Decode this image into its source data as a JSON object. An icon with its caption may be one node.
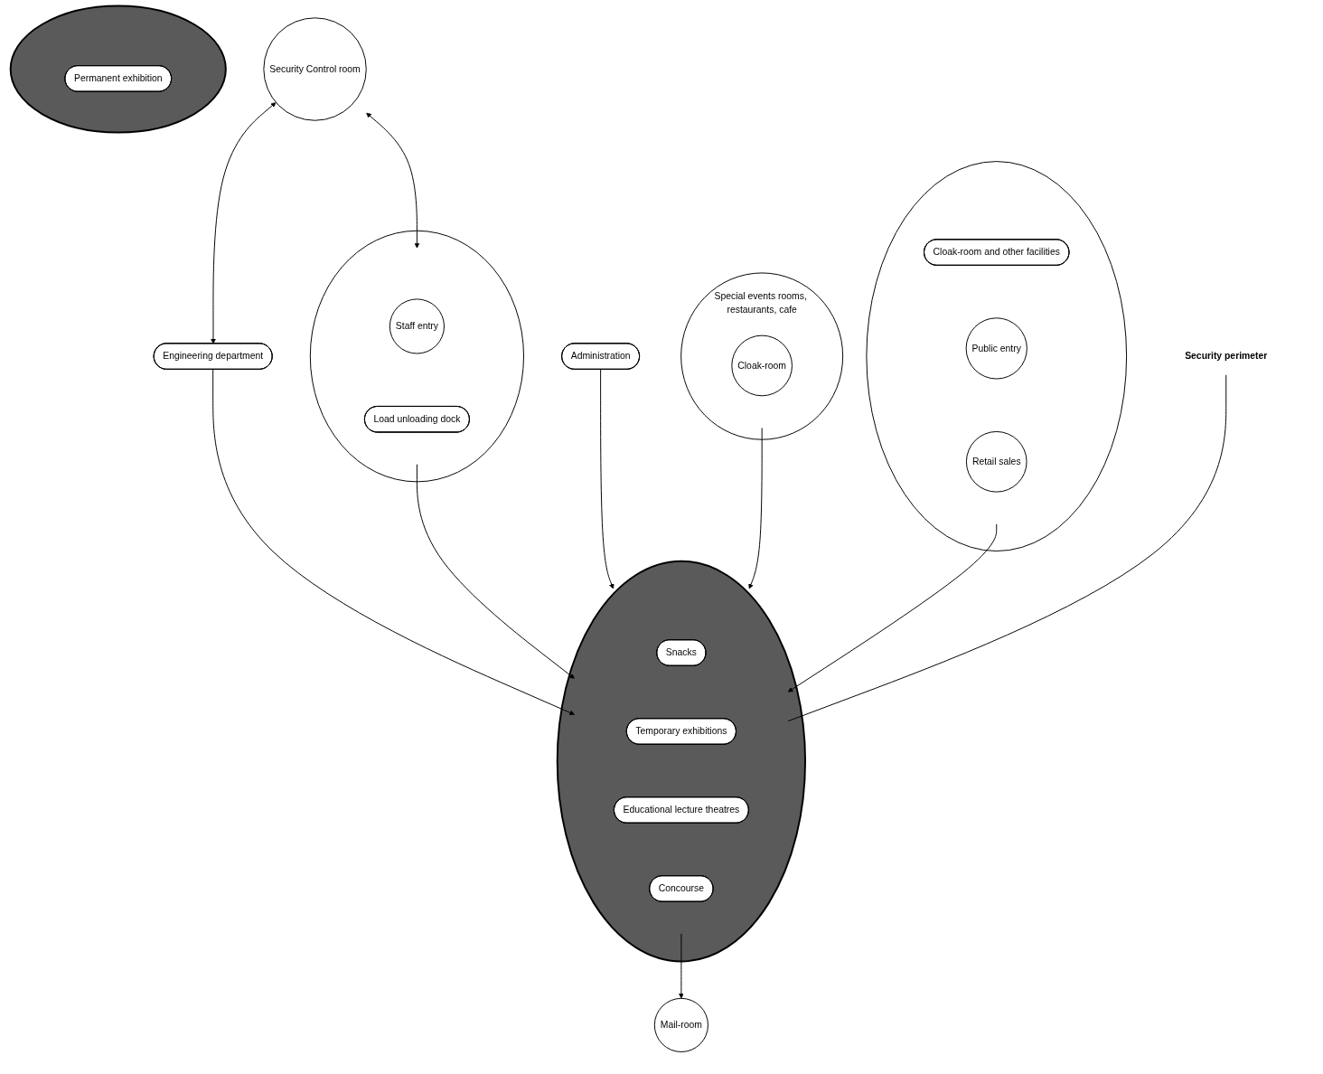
{
  "diagram": {
    "nodes": [
      {
        "text": [
          "Security Control room"
        ]
      },
      {
        "text": [
          "Mail-room"
        ]
      },
      {
        "text": [],
        "shape": "circle"
      },
      {
        "text": [
          "Permanent exhibition"
        ],
        "in": 2
      },
      {
        "text": [
          "Engineering department"
        ]
      },
      {
        "text": [],
        "shape": "circle"
      },
      {
        "text": [
          "Snacks"
        ],
        "in": 5
      },
      {
        "text": [
          "Temporary exhibitions"
        ],
        "in": 5
      },
      {
        "text": [
          "Educational lecture theatres"
        ],
        "in": 5
      },
      {
        "text": [
          "Concourse"
        ],
        "in": 5
      },
      {
        "text": [],
        "shape": "circle"
      },
      {
        "text": [
          "Cloak-room and other facilities"
        ],
        "in": 10
      },
      {
        "text": [
          "Public entry"
        ],
        "in": 10
      },
      {
        "text": [
          "Retail sales"
        ],
        "in": 10
      },
      {
        "text": [],
        "shape": "circle"
      },
      {
        "text": [
          "Staff entry"
        ],
        "in": 14
      },
      {
        "text": [
          "Load unloading dock"
        ],
        "in": 14
      },
      {
        "text": [
          "Special events rooms, restaurants, cafe"
        ]
      },
      {
        "text": [
          "Cloak-room"
        ],
        "in": 17
      },
      {
        "text": [
          "Administration"
        ]
      },
      {
        "text": [
          "Security perimeter"
        ]
      }
    ],
    "edges": [
      {
        "from": 0,
        "to": 4,
        "arrow": "both"
      },
      {
        "from": 0,
        "to": 14,
        "arrow": "both"
      },
      {
        "from": 5,
        "to": 1,
        "arrow": "to"
      },
      {
        "from": 4,
        "to": 5,
        "arrow": "to"
      },
      {
        "from": 14,
        "to": 5,
        "arrow": "to"
      },
      {
        "from": 19,
        "to": 5,
        "arrow": "to"
      },
      {
        "from": 17,
        "to": 5,
        "arrow": "to"
      },
      {
        "from": 10,
        "to": 5,
        "arrow": "to"
      },
      {
        "from": 20,
        "to": 5,
        "arrow": "none"
      }
    ]
  }
}
